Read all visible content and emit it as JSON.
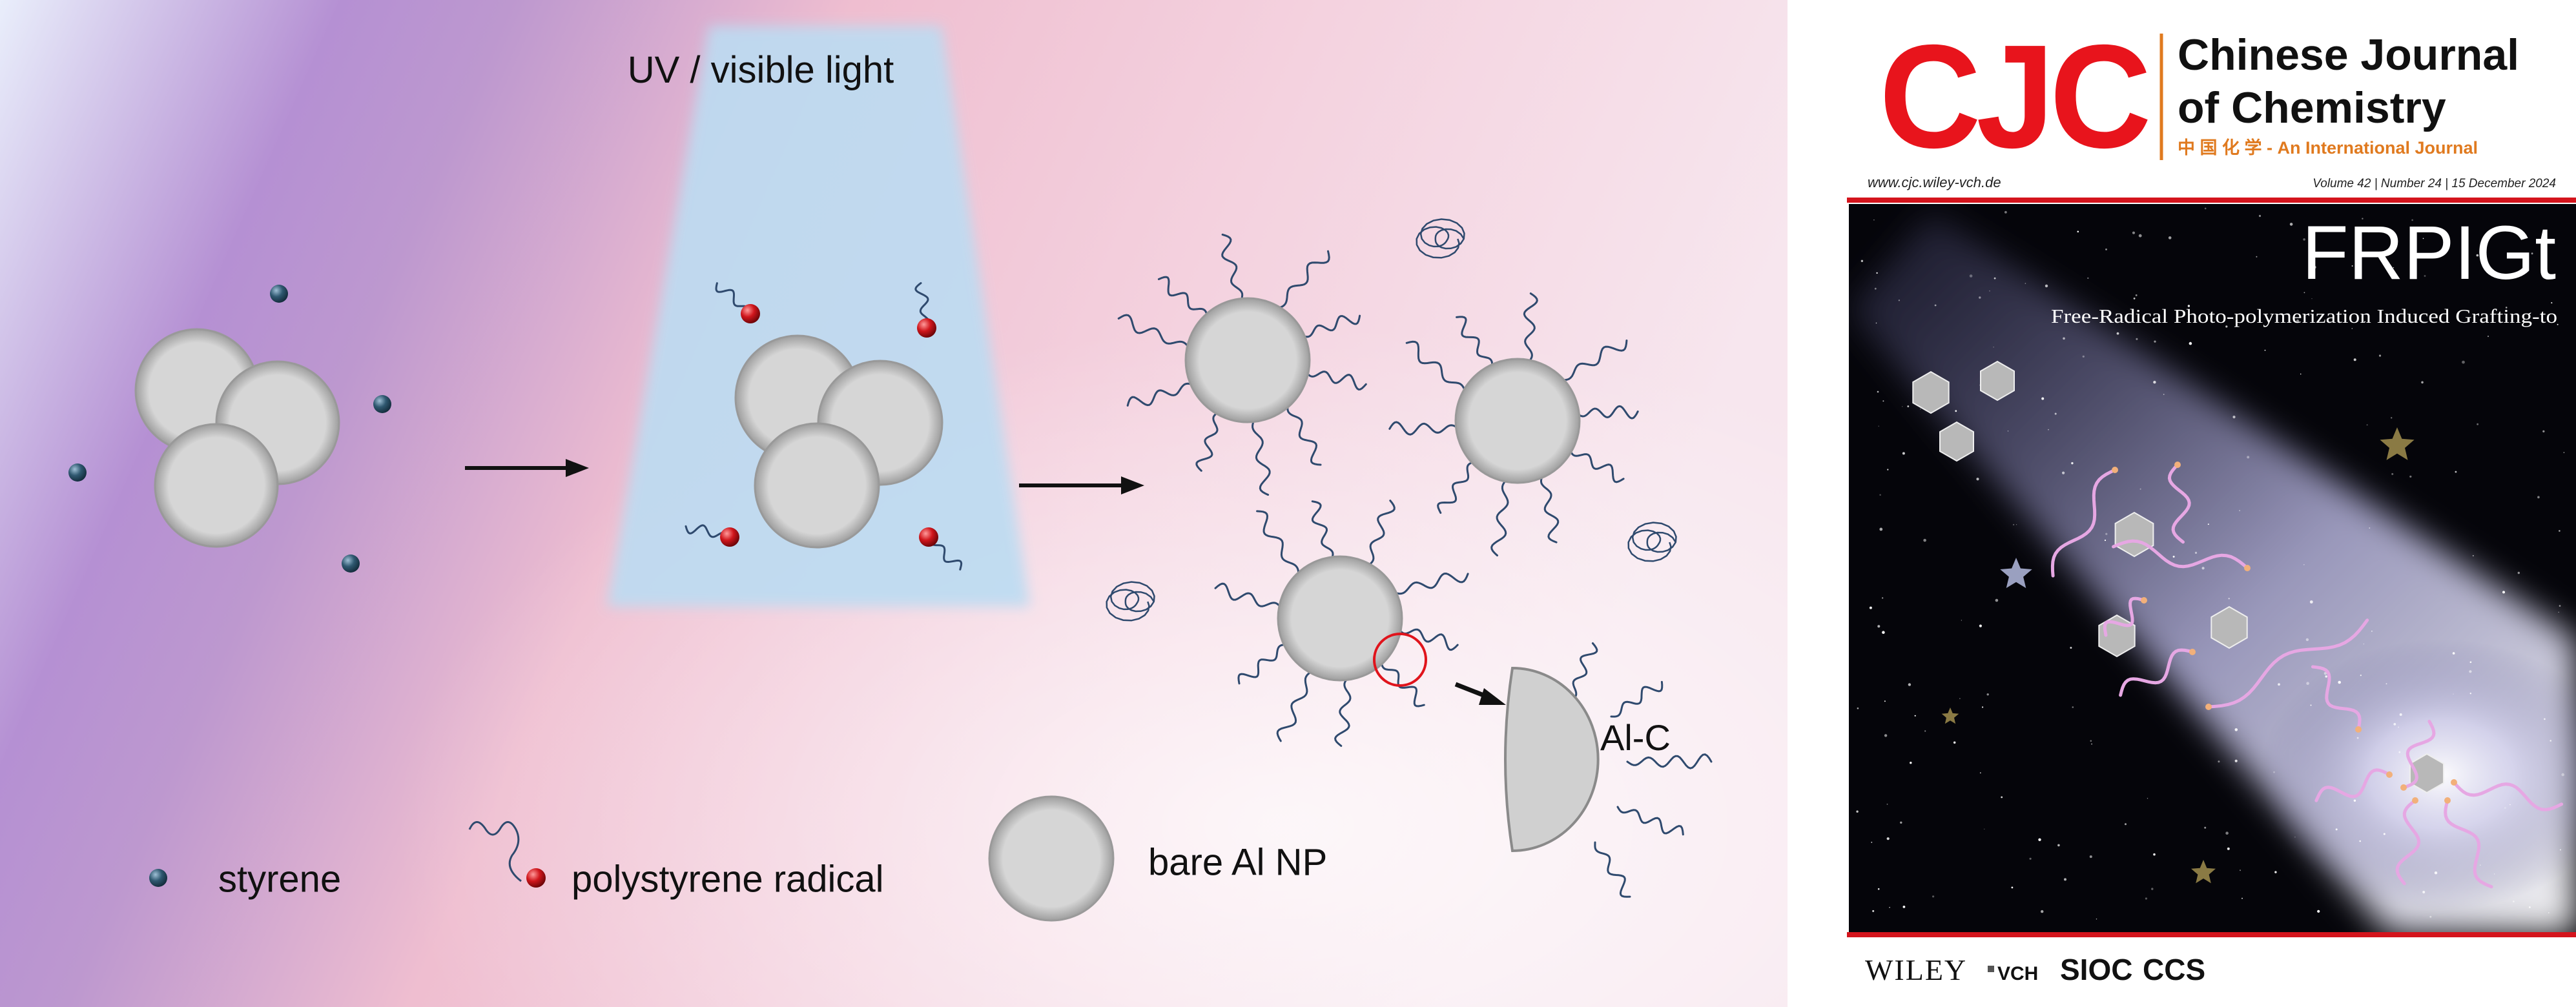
{
  "diagram": {
    "light_label": "UV / visible light",
    "bond_label": "Al-C",
    "legend": {
      "styrene": "styrene",
      "radical": "polystyrene radical",
      "nanoparticle": "bare Al NP"
    }
  },
  "cover": {
    "logo": "CJC",
    "journal_line1": "Chinese Journal",
    "journal_line2": "of Chemistry",
    "journal_subtitle": "中 国 化 学 - An International Journal",
    "website": "www.cjc.wiley-vch.de",
    "issue": "Volume 42 | Number 24 | 15 December 2024",
    "feature_title": "FRPIGt",
    "feature_subtitle": "Free-Radical Photo-polymerization Induced Grafting-to",
    "publishers": {
      "wiley": "WILEY",
      "vch": "VCH",
      "sioc": "SIOC",
      "ccs": "CCS"
    }
  },
  "colors": {
    "styrene": "#2f4f63",
    "radical": "#c0141a",
    "particle_fill": "#d4d4d4",
    "chain": "#2f4a6e",
    "logo_red": "#e8141c",
    "cover_accent": "#e07a1f",
    "light_beam": "#bcdcf2"
  }
}
